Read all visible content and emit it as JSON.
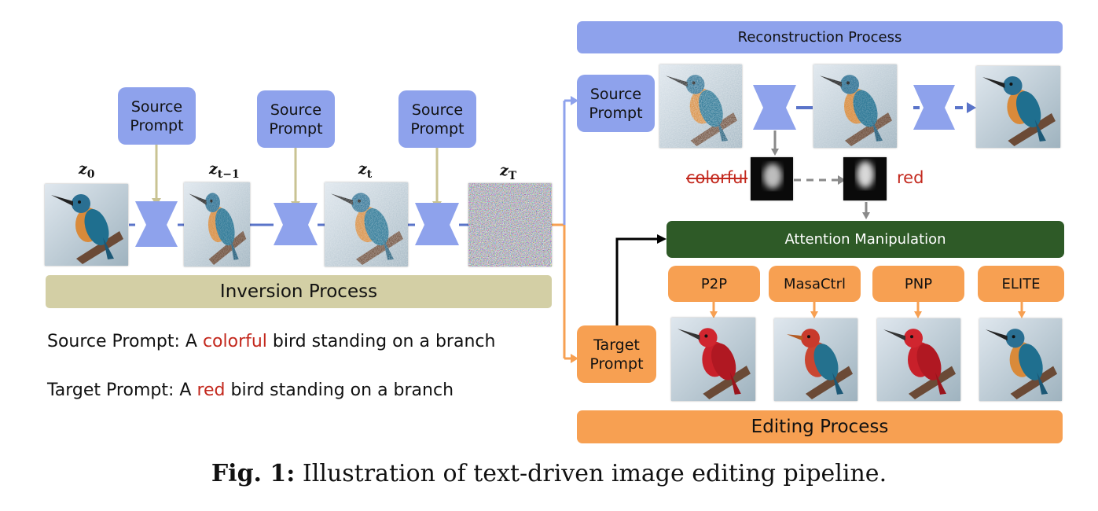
{
  "caption": {
    "label": "Fig. 1:",
    "text": " Illustration of text-driven image editing pipeline."
  },
  "inversion": {
    "prompt_boxes": [
      "Source\nPrompt",
      "Source\nPrompt",
      "Source\nPrompt"
    ],
    "latents": [
      {
        "sym": "z",
        "sub": "0"
      },
      {
        "sym": "z",
        "sub": "t−1"
      },
      {
        "sym": "z",
        "sub": "t"
      },
      {
        "sym": "z",
        "sub": "T"
      }
    ],
    "bar_label": "Inversion Process"
  },
  "prompts": {
    "source": {
      "prefix": "Source Prompt: A ",
      "word": "colorful",
      "suffix": " bird standing on a branch"
    },
    "target": {
      "prefix": "Target Prompt: A ",
      "word": "red",
      "suffix": " bird standing on a branch"
    }
  },
  "reconstruction": {
    "header": "Reconstruction Process",
    "source_box": "Source\nPrompt",
    "word_source": "colorful",
    "word_target": "red"
  },
  "editing": {
    "attention_label": "Attention Manipulation",
    "methods": [
      "P2P",
      "MasaCtrl",
      "PNP",
      "ELITE"
    ],
    "target_box": "Target\nPrompt",
    "bar_label": "Editing Process"
  },
  "colors": {
    "blue": "#8ea2ec",
    "orange": "#f7a052",
    "green": "#2e5a27",
    "khaki": "#d3cfa5",
    "highlight_red": "#c3281d"
  }
}
